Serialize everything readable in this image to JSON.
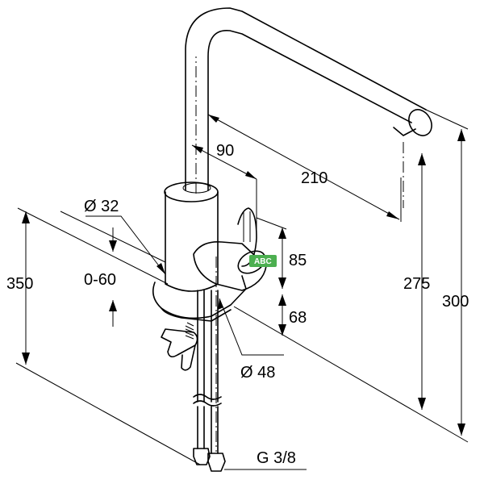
{
  "dimensions": {
    "d_reach_90": "90",
    "d_reach_210": "210",
    "d_diam_32": "Ø 32",
    "d_range_0_60": "0-60",
    "d_total_350": "350",
    "d_body_85": "85",
    "d_base_68": "68",
    "d_diam_48": "Ø 48",
    "d_spout_275": "275",
    "d_total_300": "300",
    "d_thread": "G 3/8"
  },
  "watermark": {
    "text": "ABC",
    "color": "#4caf50"
  },
  "colors": {
    "line": "#000000",
    "background": "#ffffff"
  }
}
